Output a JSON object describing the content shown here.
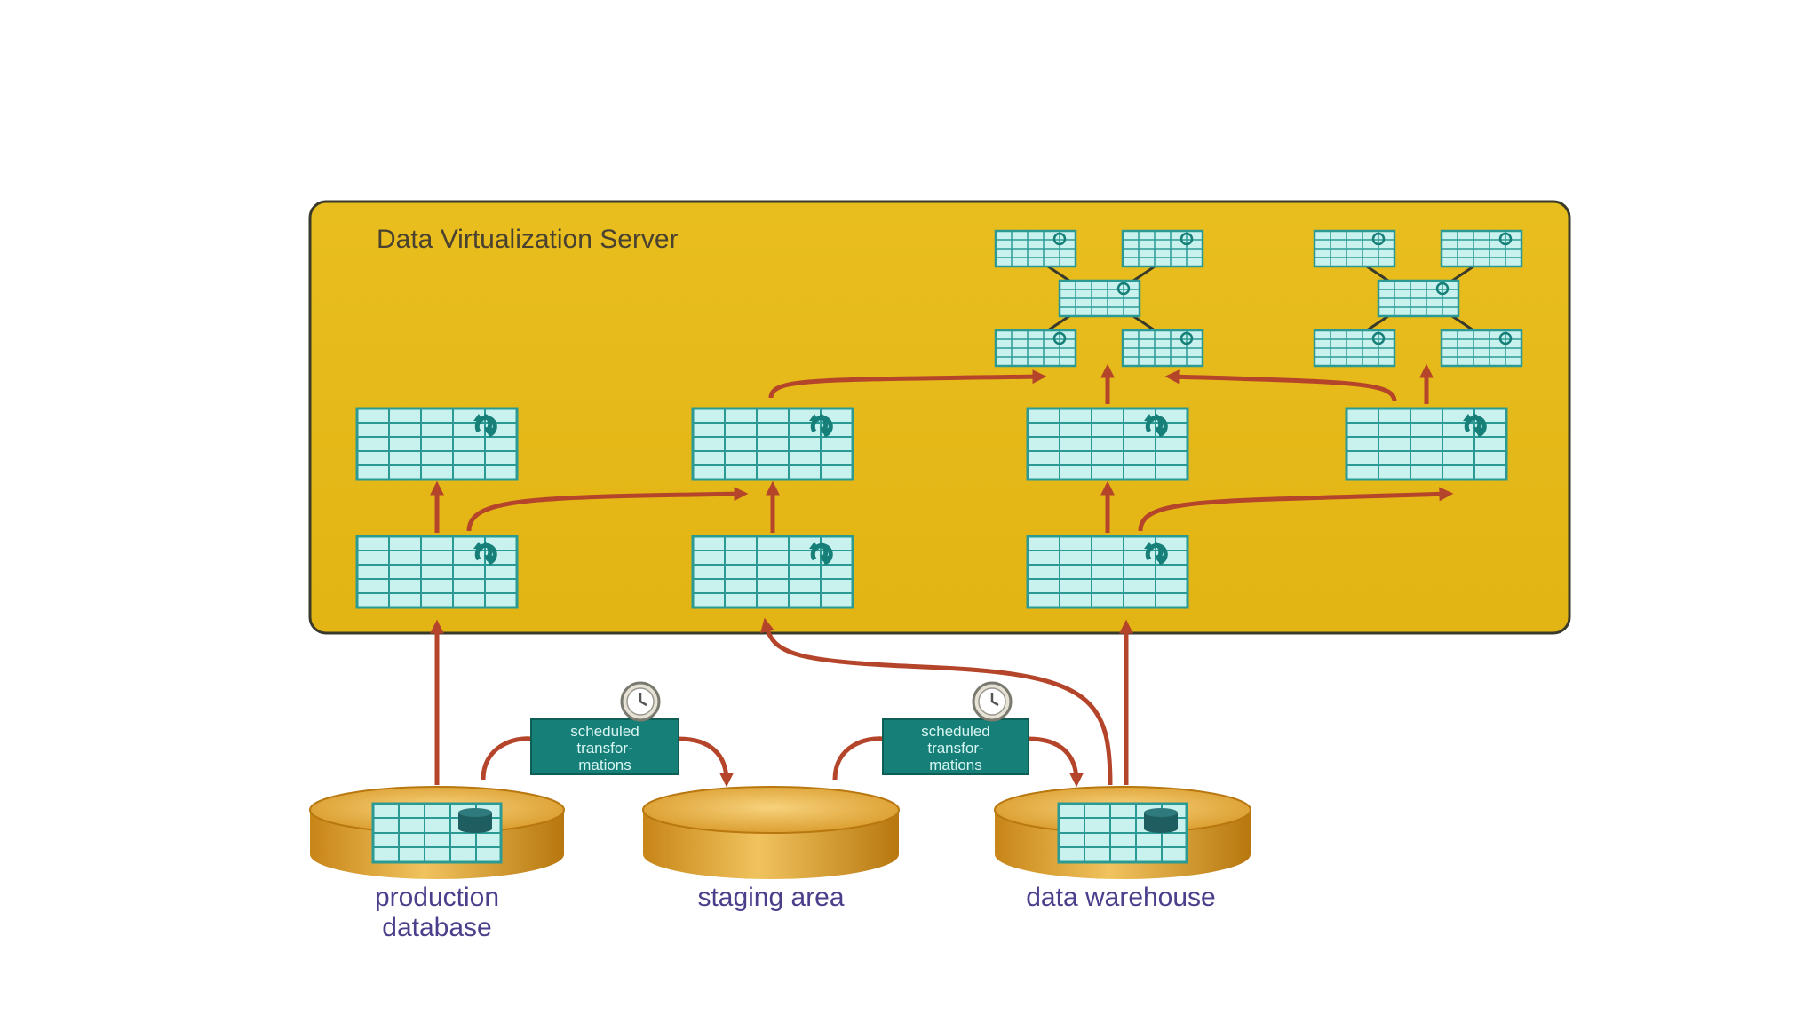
{
  "server": {
    "title": "Data Virtualization Server"
  },
  "transforms": {
    "left": {
      "line1": "scheduled",
      "line2": "transfor-",
      "line3": "mations"
    },
    "right": {
      "line1": "scheduled",
      "line2": "transfor-",
      "line3": "mations"
    }
  },
  "stores": {
    "production": {
      "line1": "production",
      "line2": "database"
    },
    "staging": {
      "line1": "staging area"
    },
    "warehouse": {
      "line1": "data warehouse"
    }
  },
  "colors": {
    "panel": "#E6BA1A",
    "panel_border": "#3A3A2A",
    "arrow": "#B5452A",
    "table_fill": "#C9F1EE",
    "table_grid": "#2C9A94",
    "badge": "#167F78",
    "label_text": "#4B3F8C",
    "title_text": "#4A4230",
    "disk_top": "#EDBD57",
    "disk_side": "#C98A1D"
  },
  "icons": {
    "view_refresh": "refresh-icon",
    "clock": "clock-icon",
    "cylinder": "database-cylinder-icon"
  }
}
